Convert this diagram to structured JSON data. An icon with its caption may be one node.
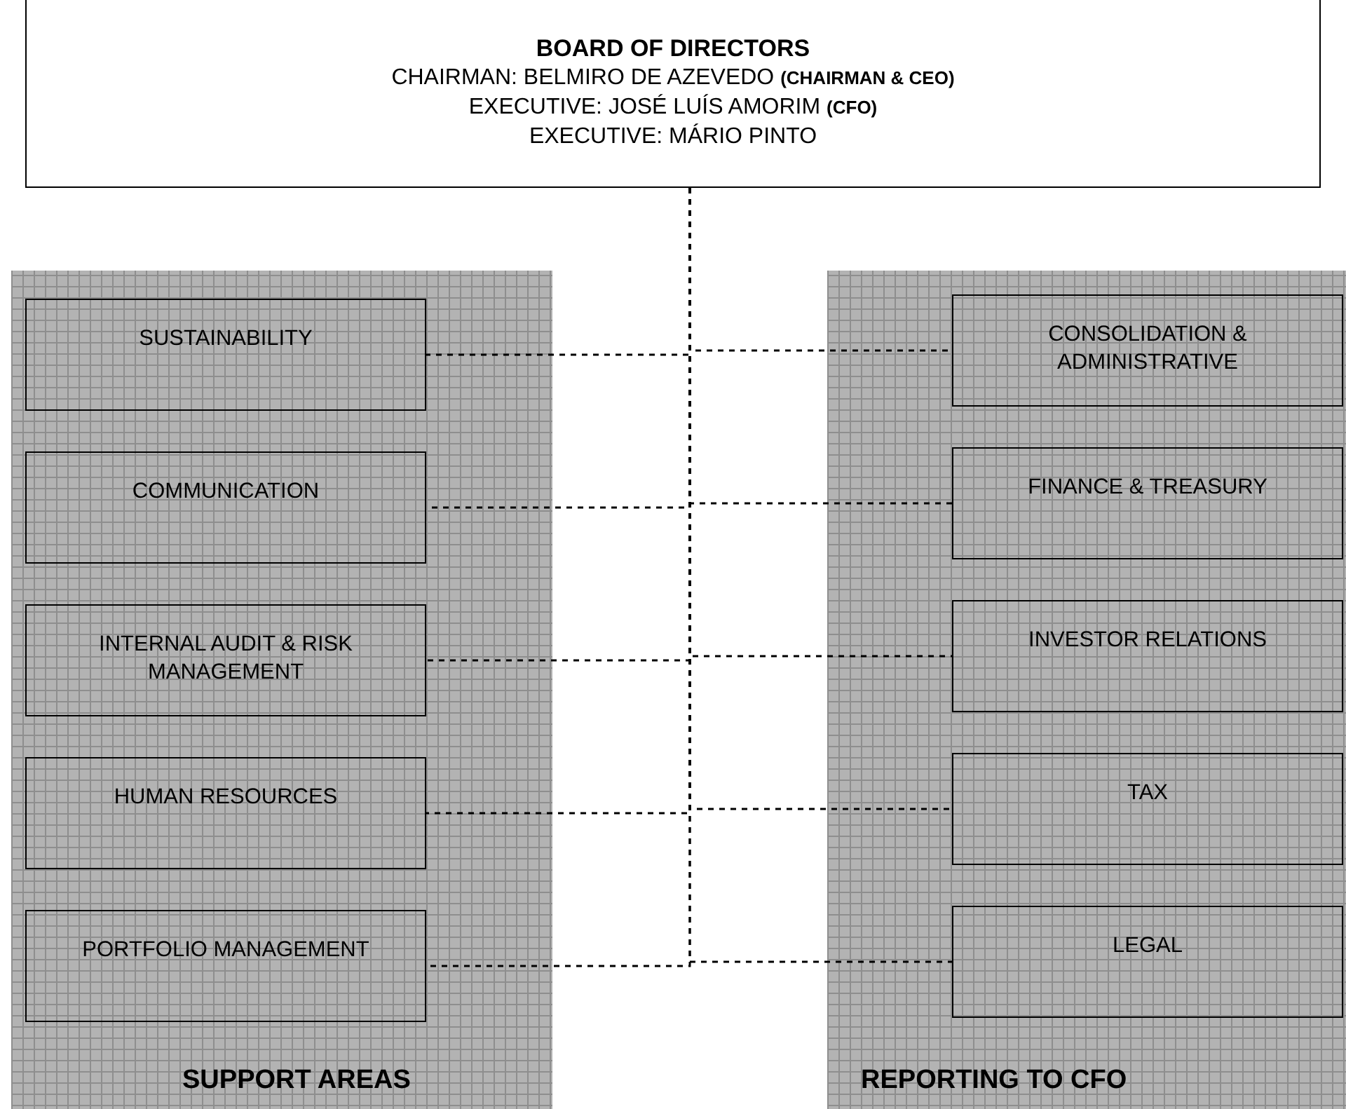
{
  "diagram": {
    "nodes": [
      {
        "text": [
          "BOARD OF DIRECTORS",
          "CHAIRMAN: BELMIRO DE AZEVEDO **(CHAIRMAN & CEO)**",
          "EXECUTIVE: JOSÉ LUÍS AMORIM **(CFO)**",
          "EXECUTIVE: MÁRIO PINTO"
        ]
      },
      {
        "text": [
          "SUPPORT AREAS"
        ]
      },
      {
        "text": [
          "SUSTAINABILITY"
        ],
        "in": 1
      },
      {
        "text": [
          "COMMUNICATION"
        ],
        "in": 1
      },
      {
        "text": [
          "INTERNAL AUDIT & RISK MANAGEMENT"
        ],
        "in": 1
      },
      {
        "text": [
          "HUMAN RESOURCES"
        ],
        "in": 1
      },
      {
        "text": [
          "PORTFOLIO MANAGEMENT"
        ],
        "in": 1
      },
      {
        "text": [
          "REPORTING TO CFO"
        ]
      },
      {
        "text": [
          "CONSOLIDATION & ADMINISTRATIVE"
        ],
        "in": 7
      },
      {
        "text": [
          "FINANCE & TREASURY"
        ],
        "in": 7
      },
      {
        "text": [
          "INVESTOR RELATIONS"
        ],
        "in": 7
      },
      {
        "text": [
          "TAX"
        ],
        "in": 7
      },
      {
        "text": [
          "LEGAL"
        ],
        "in": 7
      }
    ],
    "edges": [
      {
        "from": 0,
        "to": 2,
        "arrow": "none",
        "style": "dashed"
      },
      {
        "from": 0,
        "to": 3,
        "arrow": "none",
        "style": "dashed"
      },
      {
        "from": 0,
        "to": 4,
        "arrow": "none",
        "style": "dashed"
      },
      {
        "from": 0,
        "to": 5,
        "arrow": "none",
        "style": "dashed"
      },
      {
        "from": 0,
        "to": 6,
        "arrow": "none",
        "style": "dashed"
      },
      {
        "from": 0,
        "to": 8,
        "arrow": "none",
        "style": "dashed"
      },
      {
        "from": 0,
        "to": 9,
        "arrow": "none",
        "style": "dashed"
      },
      {
        "from": 0,
        "to": 10,
        "arrow": "none",
        "style": "dashed"
      },
      {
        "from": 0,
        "to": 11,
        "arrow": "none",
        "style": "dashed"
      },
      {
        "from": 0,
        "to": 12,
        "arrow": "none",
        "style": "dashed"
      }
    ]
  }
}
